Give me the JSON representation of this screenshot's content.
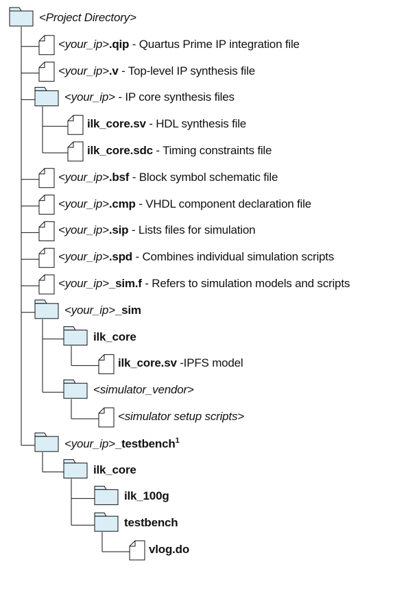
{
  "tree": [
    {
      "type": "folder",
      "depth": 0,
      "segments": [
        {
          "t": "<Project Directory>",
          "s": "i"
        }
      ]
    },
    {
      "type": "file",
      "depth": 1,
      "segments": [
        {
          "t": "<your_ip>",
          "s": "i"
        },
        {
          "t": ".qip",
          "s": "b"
        },
        {
          "t": " - Quartus Prime IP integration file",
          "s": "n"
        }
      ]
    },
    {
      "type": "file",
      "depth": 1,
      "segments": [
        {
          "t": "<your_ip>",
          "s": "i"
        },
        {
          "t": ".v",
          "s": "b"
        },
        {
          "t": " - Top-level IP synthesis file",
          "s": "n"
        }
      ]
    },
    {
      "type": "folder",
      "depth": 1,
      "segments": [
        {
          "t": "<your_ip>",
          "s": "i"
        },
        {
          "t": " - IP core synthesis files",
          "s": "n"
        }
      ]
    },
    {
      "type": "file",
      "depth": 2,
      "segments": [
        {
          "t": "ilk_core.sv",
          "s": "b"
        },
        {
          "t": " - HDL synthesis file",
          "s": "n"
        }
      ]
    },
    {
      "type": "file",
      "depth": 2,
      "segments": [
        {
          "t": "ilk_core.sdc",
          "s": "b"
        },
        {
          "t": " - Timing constraints file",
          "s": "n"
        }
      ]
    },
    {
      "type": "file",
      "depth": 1,
      "segments": [
        {
          "t": "<your_ip>",
          "s": "i"
        },
        {
          "t": ".bsf",
          "s": "b"
        },
        {
          "t": " - Block symbol schematic file",
          "s": "n"
        }
      ]
    },
    {
      "type": "file",
      "depth": 1,
      "segments": [
        {
          "t": "<your_ip>",
          "s": "i"
        },
        {
          "t": ".cmp",
          "s": "b"
        },
        {
          "t": " - VHDL component declaration file",
          "s": "n"
        }
      ]
    },
    {
      "type": "file",
      "depth": 1,
      "segments": [
        {
          "t": "<your_ip>",
          "s": "i"
        },
        {
          "t": ".sip",
          "s": "b"
        },
        {
          "t": " - Lists files for simulation",
          "s": "n"
        }
      ]
    },
    {
      "type": "file",
      "depth": 1,
      "segments": [
        {
          "t": "<your_ip>",
          "s": "i"
        },
        {
          "t": ".spd",
          "s": "b"
        },
        {
          "t": " - Combines individual simulation scripts",
          "s": "n"
        }
      ]
    },
    {
      "type": "file",
      "depth": 1,
      "segments": [
        {
          "t": "<your_ip>",
          "s": "i"
        },
        {
          "t": "_sim.f",
          "s": "b"
        },
        {
          "t": " - Refers to simulation models and scripts",
          "s": "n"
        }
      ]
    },
    {
      "type": "folder",
      "depth": 1,
      "segments": [
        {
          "t": "<your_ip>",
          "s": "i"
        },
        {
          "t": "_sim",
          "s": "b"
        }
      ]
    },
    {
      "type": "folder",
      "depth": 2,
      "segments": [
        {
          "t": "ilk_core",
          "s": "b"
        }
      ]
    },
    {
      "type": "file",
      "depth": 3,
      "segments": [
        {
          "t": "ilk_core.sv",
          "s": "b"
        },
        {
          "t": " -IPFS model",
          "s": "n"
        }
      ]
    },
    {
      "type": "folder",
      "depth": 2,
      "segments": [
        {
          "t": "<simulator_vendor>",
          "s": "i"
        }
      ]
    },
    {
      "type": "file",
      "depth": 3,
      "segments": [
        {
          "t": "<simulator setup scripts>",
          "s": "i"
        }
      ]
    },
    {
      "type": "folder",
      "depth": 1,
      "segments": [
        {
          "t": "<your_ip>",
          "s": "i"
        },
        {
          "t": "_testbench",
          "s": "b"
        },
        {
          "t": "1",
          "s": "sup"
        }
      ]
    },
    {
      "type": "folder",
      "depth": 2,
      "segments": [
        {
          "t": "ilk_core",
          "s": "b"
        }
      ]
    },
    {
      "type": "folder",
      "depth": 3,
      "segments": [
        {
          "t": "ilk_100g",
          "s": "b"
        }
      ]
    },
    {
      "type": "folder",
      "depth": 3,
      "segments": [
        {
          "t": "testbench",
          "s": "b"
        }
      ]
    },
    {
      "type": "file",
      "depth": 4,
      "segments": [
        {
          "t": "vlog.do",
          "s": "b"
        }
      ]
    }
  ],
  "colors": {
    "folder_fill": "#dbeef6",
    "line": "#111111"
  }
}
